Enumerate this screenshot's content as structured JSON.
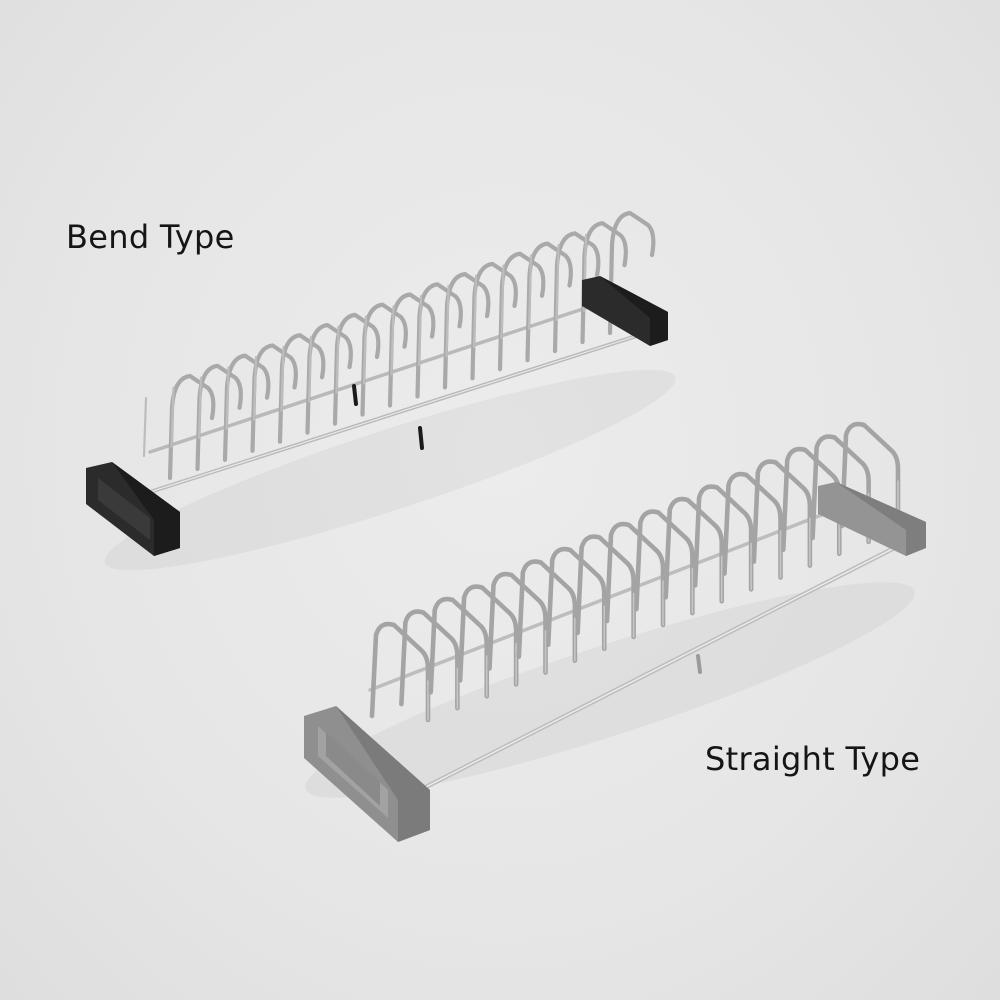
{
  "labels": {
    "bend": "Bend Type",
    "straight": "Straight Type"
  },
  "products": [
    {
      "id": "bend-type",
      "prong_count": 17,
      "prong_shape": "bent",
      "end_cap_color": "#2a2a2a",
      "rail_color": "#b9b9b9",
      "prong_color": "#a9a9a9"
    },
    {
      "id": "straight-type",
      "prong_count": 17,
      "prong_shape": "straight",
      "end_cap_color": "#8e8e8e",
      "rail_color": "#bdbdbd",
      "prong_color": "#a4a4a4"
    }
  ],
  "colors": {
    "background": "#e7e7e7",
    "label_text": "#151515"
  }
}
